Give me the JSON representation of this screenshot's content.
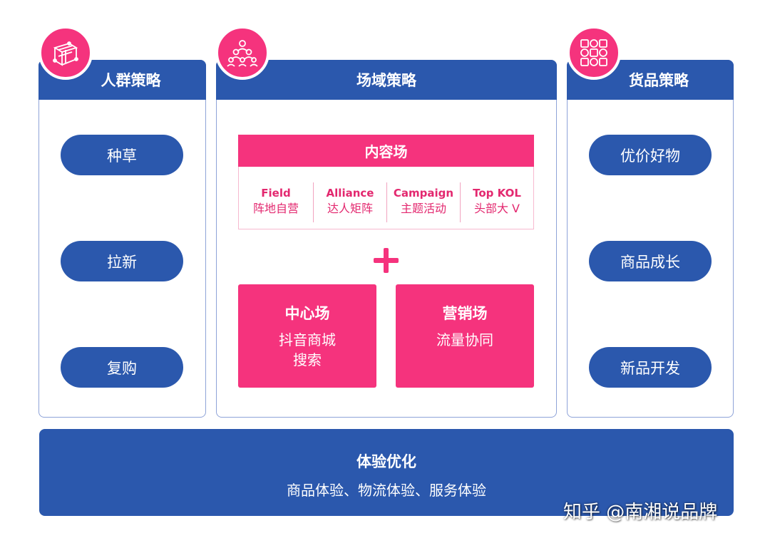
{
  "colors": {
    "blue": "#2b58ad",
    "pink": "#f5337d",
    "panel_border": "#8ea3d8"
  },
  "panels": {
    "left": {
      "title": "人群策略",
      "icon": "cube-icon",
      "items": [
        "种草",
        "拉新",
        "复购"
      ]
    },
    "center": {
      "title": "场域策略",
      "icon": "people-group-icon",
      "content": {
        "title": "内容场",
        "subs": [
          {
            "en": "Field",
            "cn": "阵地自营"
          },
          {
            "en": "Alliance",
            "cn": "达人矩阵"
          },
          {
            "en": "Campaign",
            "cn": "主题活动"
          },
          {
            "en": "Top KOL",
            "cn": "头部大 V"
          }
        ]
      },
      "plus": "+",
      "boxes": [
        {
          "title": "中心场",
          "lines": [
            "抖音商城",
            "搜索"
          ]
        },
        {
          "title": "营销场",
          "lines": [
            "流量协同"
          ]
        }
      ]
    },
    "right": {
      "title": "货品策略",
      "icon": "product-grid-icon",
      "items": [
        "优价好物",
        "商品成长",
        "新品开发"
      ]
    }
  },
  "bottom": {
    "title": "体验优化",
    "subtitle": "商品体验、物流体验、服务体验"
  },
  "watermark": "知乎 @南湘说品牌"
}
